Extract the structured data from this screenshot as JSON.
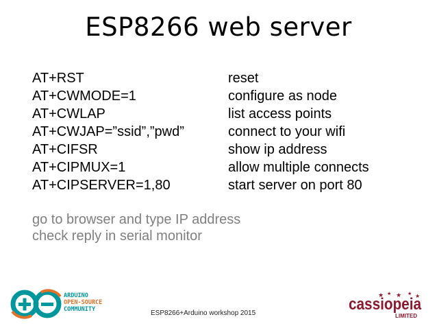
{
  "slide": {
    "title": "ESP8266 web server",
    "commands": [
      {
        "cmd": "AT+RST",
        "desc": "reset"
      },
      {
        "cmd": "AT+CWMODE=1",
        "desc": "configure as node"
      },
      {
        "cmd": "AT+CWLAP",
        "desc": "list access points"
      },
      {
        "cmd": "AT+CWJAP=”ssid”,”pwd”",
        "desc": "connect to your wifi"
      },
      {
        "cmd": "AT+CIFSR",
        "desc": "show ip address"
      },
      {
        "cmd": "AT+CIPMUX=1",
        "desc": "allow multiple connects"
      },
      {
        "cmd": "AT+CIPSERVER=1,80",
        "desc": "start server on port 80"
      }
    ],
    "notes": [
      "go to browser and type IP address",
      "check reply in serial monitor"
    ],
    "footer": "ESP8266+Arduino workshop 2015"
  },
  "logos": {
    "arduino": {
      "lines": [
        "ARDUINO",
        "OPEN-SOURCE",
        "COMMUNITY"
      ],
      "icon": "arduino-infinity-icon"
    },
    "cassiopeia": {
      "name": "cassiopeia",
      "sub": "LIMITED",
      "color": "#8b1a2e"
    }
  },
  "colors": {
    "arduino_teal": "#00979c",
    "arduino_orange": "#e47128",
    "note_gray": "#7f7f7f"
  }
}
